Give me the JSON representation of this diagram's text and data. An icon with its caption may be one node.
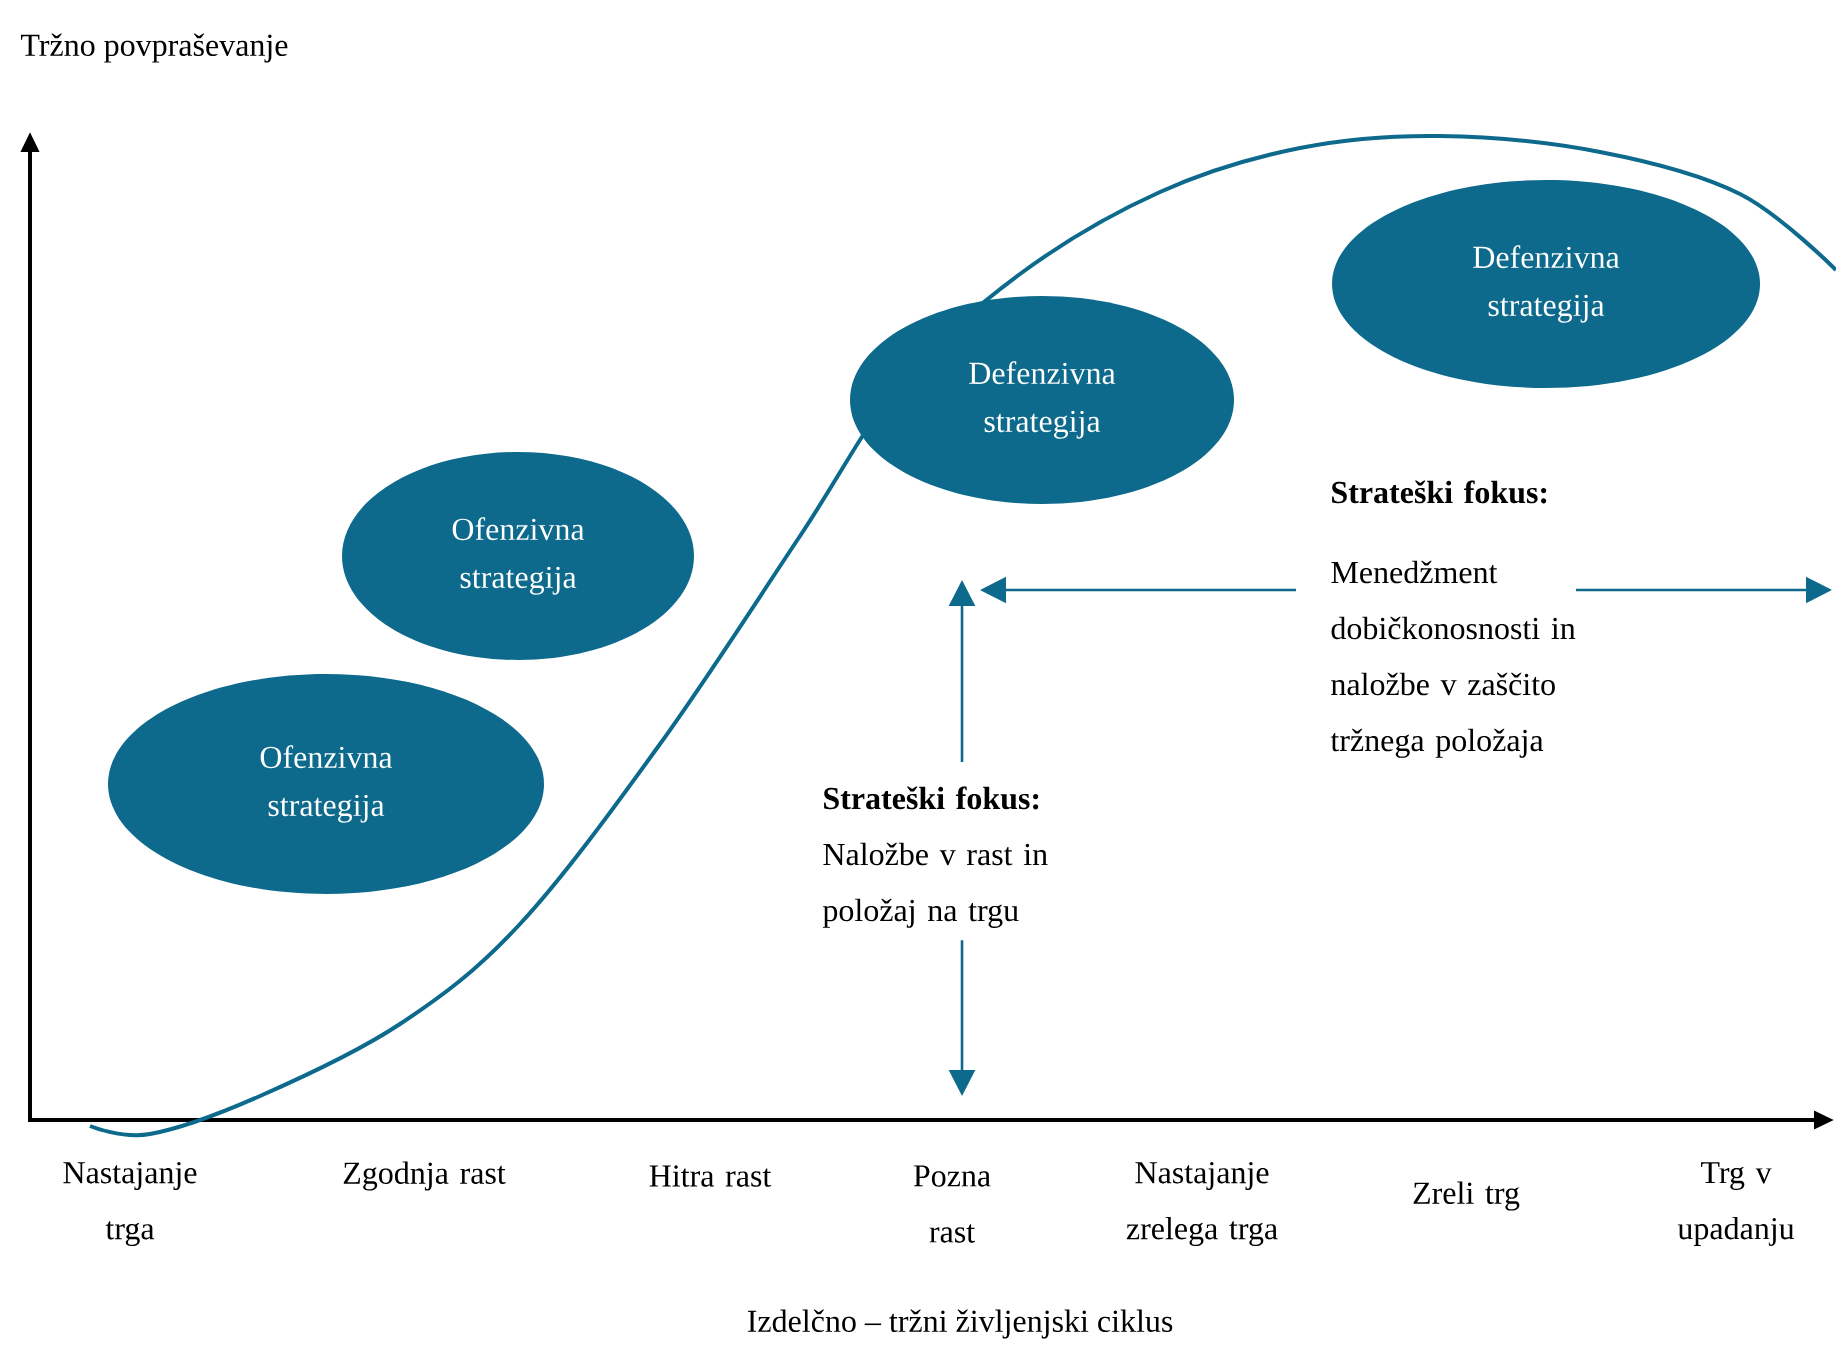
{
  "diagram": {
    "nodes": [
      {
        "text": [
          "Ofenzivna strategija"
        ]
      },
      {
        "text": [
          "Ofenzivna strategija"
        ]
      },
      {
        "text": [
          "Defenzivna strategija"
        ]
      },
      {
        "text": [
          "Defenzivna strategija"
        ]
      },
      {
        "text": [
          "Strateški fokus:",
          "Naložbe v rast in položaj na trgu"
        ]
      },
      {
        "text": [
          "Strateški fokus:",
          "Menedžment dobičkonosnosti in naložbe v zaščito tržnega položaja"
        ]
      }
    ],
    "edges": [
      {
        "from": 4,
        "to": null,
        "arrow": "to"
      },
      {
        "from": 4,
        "to": null,
        "arrow": "to"
      },
      {
        "from": 5,
        "to": null,
        "arrow": "to"
      },
      {
        "from": 5,
        "to": null,
        "arrow": "to"
      }
    ],
    "labels": [
      "Tržno povpraševanje",
      "Nastajanje trga",
      "Zgodnja rast",
      "Hitra rast",
      "Pozna rast",
      "Nastajanje zrelega trga",
      "Zreli trg",
      "Trg v upadanju",
      "Izdelčno – tržni življenjski ciklus"
    ]
  }
}
